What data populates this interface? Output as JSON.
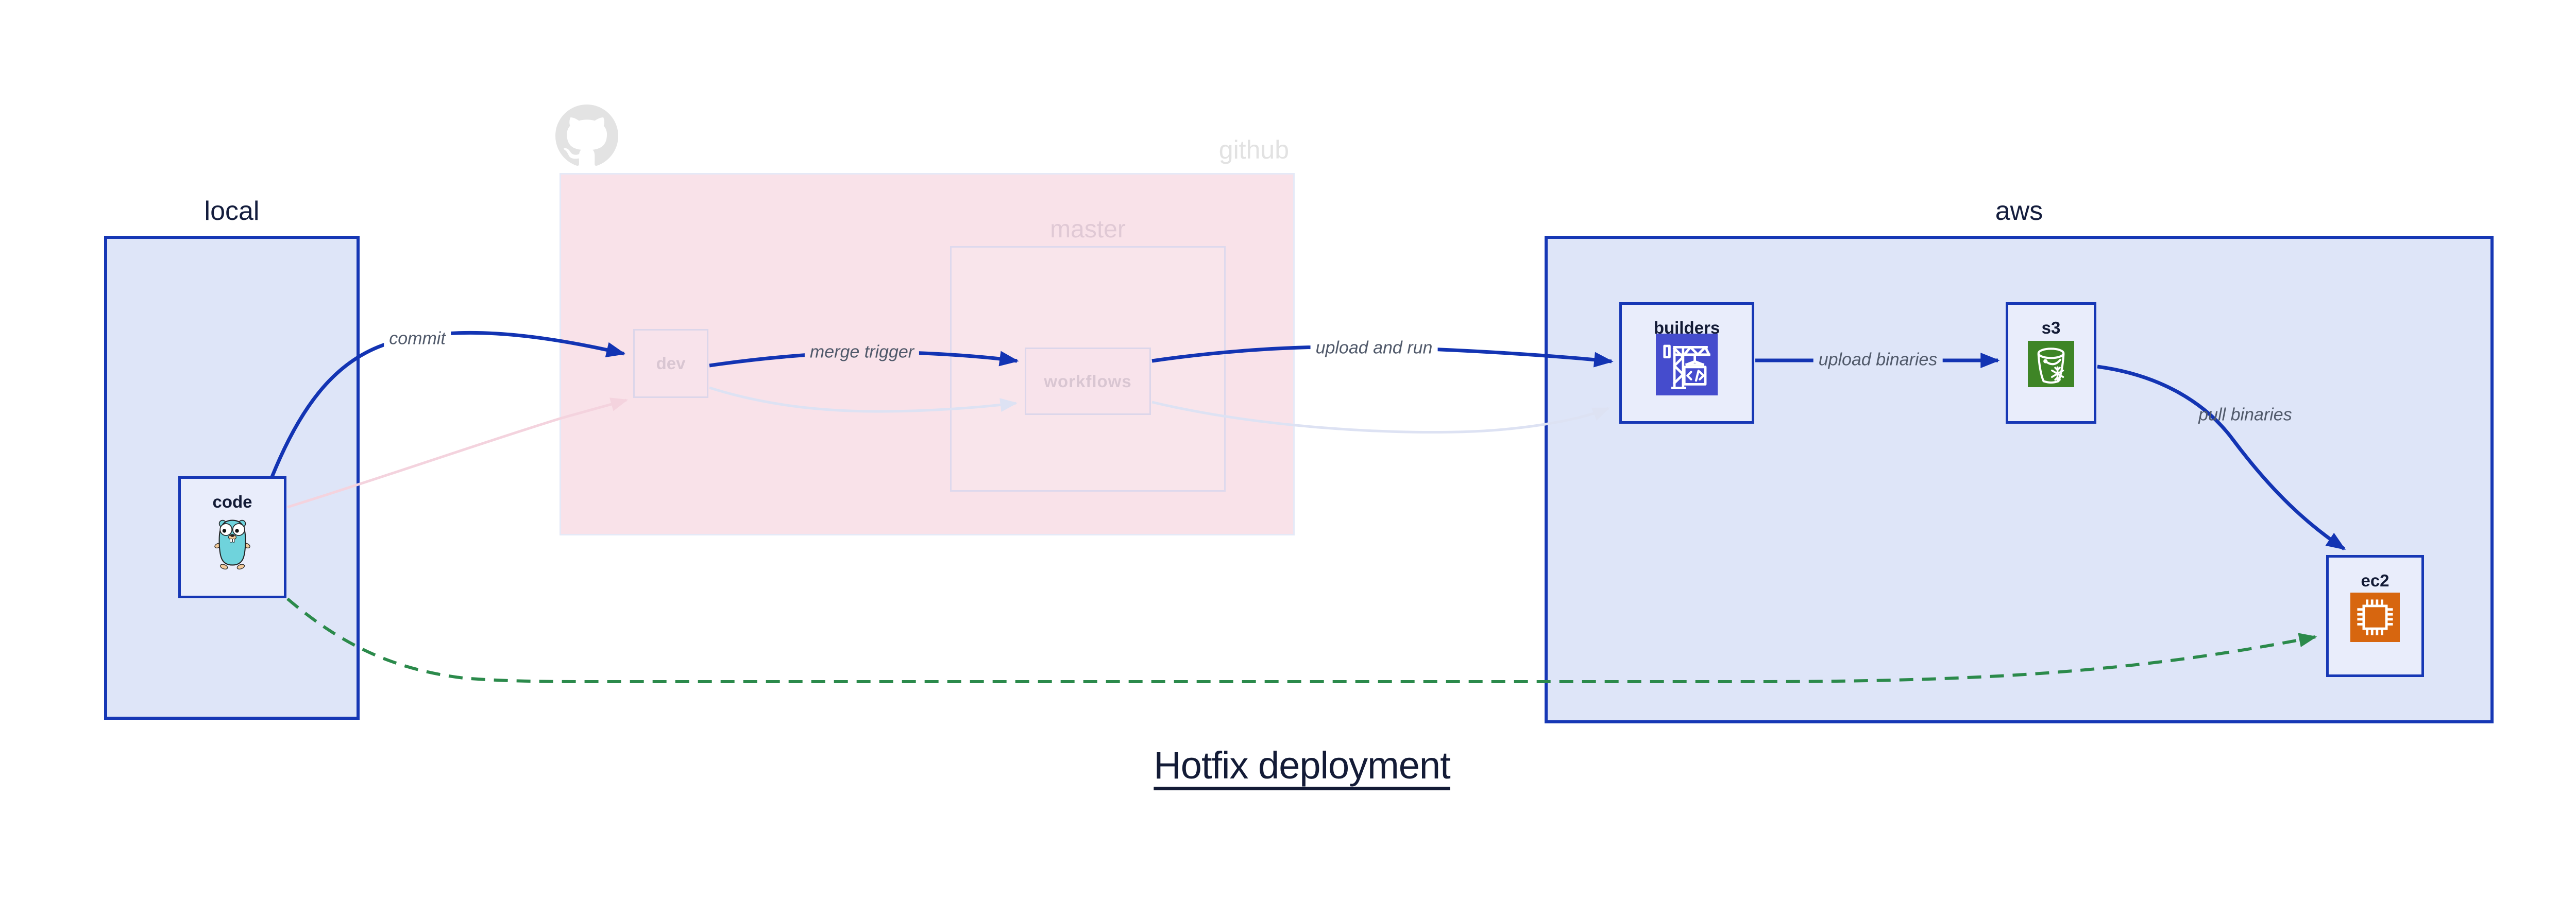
{
  "diagram_title": "Hotfix deployment",
  "groups": {
    "local": {
      "label": "local"
    },
    "github": {
      "label": "github"
    },
    "master": {
      "label": "master"
    },
    "aws": {
      "label": "aws"
    }
  },
  "nodes": {
    "code": {
      "label": "code",
      "icon": "go-gopher-icon"
    },
    "dev": {
      "label": "dev"
    },
    "workflows": {
      "label": "workflows"
    },
    "builders": {
      "label": "builders",
      "icon": "codebuild-crane-icon"
    },
    "s3": {
      "label": "s3",
      "icon": "s3-glacier-bucket-icon"
    },
    "ec2": {
      "label": "ec2",
      "icon": "ec2-chip-icon"
    }
  },
  "edges": {
    "commit": {
      "label": "commit",
      "style": "solid-blue"
    },
    "merge_trigger": {
      "label": "merge trigger",
      "style": "solid-blue"
    },
    "upload_and_run": {
      "label": "upload and run",
      "style": "solid-blue"
    },
    "upload_binaries": {
      "label": "upload binaries",
      "style": "solid-blue"
    },
    "pull_binaries": {
      "label": "pull binaries",
      "style": "solid-blue"
    },
    "hotfix_direct_deploy": {
      "label": "",
      "style": "dashed-green"
    },
    "faded_code_to_dev": {
      "label": "",
      "style": "faded-pink"
    },
    "faded_dev_to_workflows": {
      "label": "",
      "style": "faded-lavender"
    },
    "faded_workflows_to_builders": {
      "label": "",
      "style": "faded-lavender"
    }
  },
  "colors": {
    "active_edge_blue": "#1334b3",
    "box_border_blue": "#1637b5",
    "group_fill_blue": "#dee5f8",
    "node_fill_blue": "#e9edfb",
    "github_fill_pink": "#f9e2e9",
    "faded_border": "#dcd6ea",
    "faded_label": "#d9c6d2",
    "hotfix_green": "#2b8a4b",
    "faded_edge_pink": "#f4d3de",
    "faded_edge_lavender": "#dde2f3",
    "edge_label_gray": "#50596a",
    "title_navy": "#131b36",
    "github_logo_gray": "#e3e3e3",
    "codebuild_indigo": "#454ccd",
    "s3_green": "#3e8526",
    "ec2_orange": "#d7660f",
    "gopher_teal": "#6fd3dc"
  }
}
